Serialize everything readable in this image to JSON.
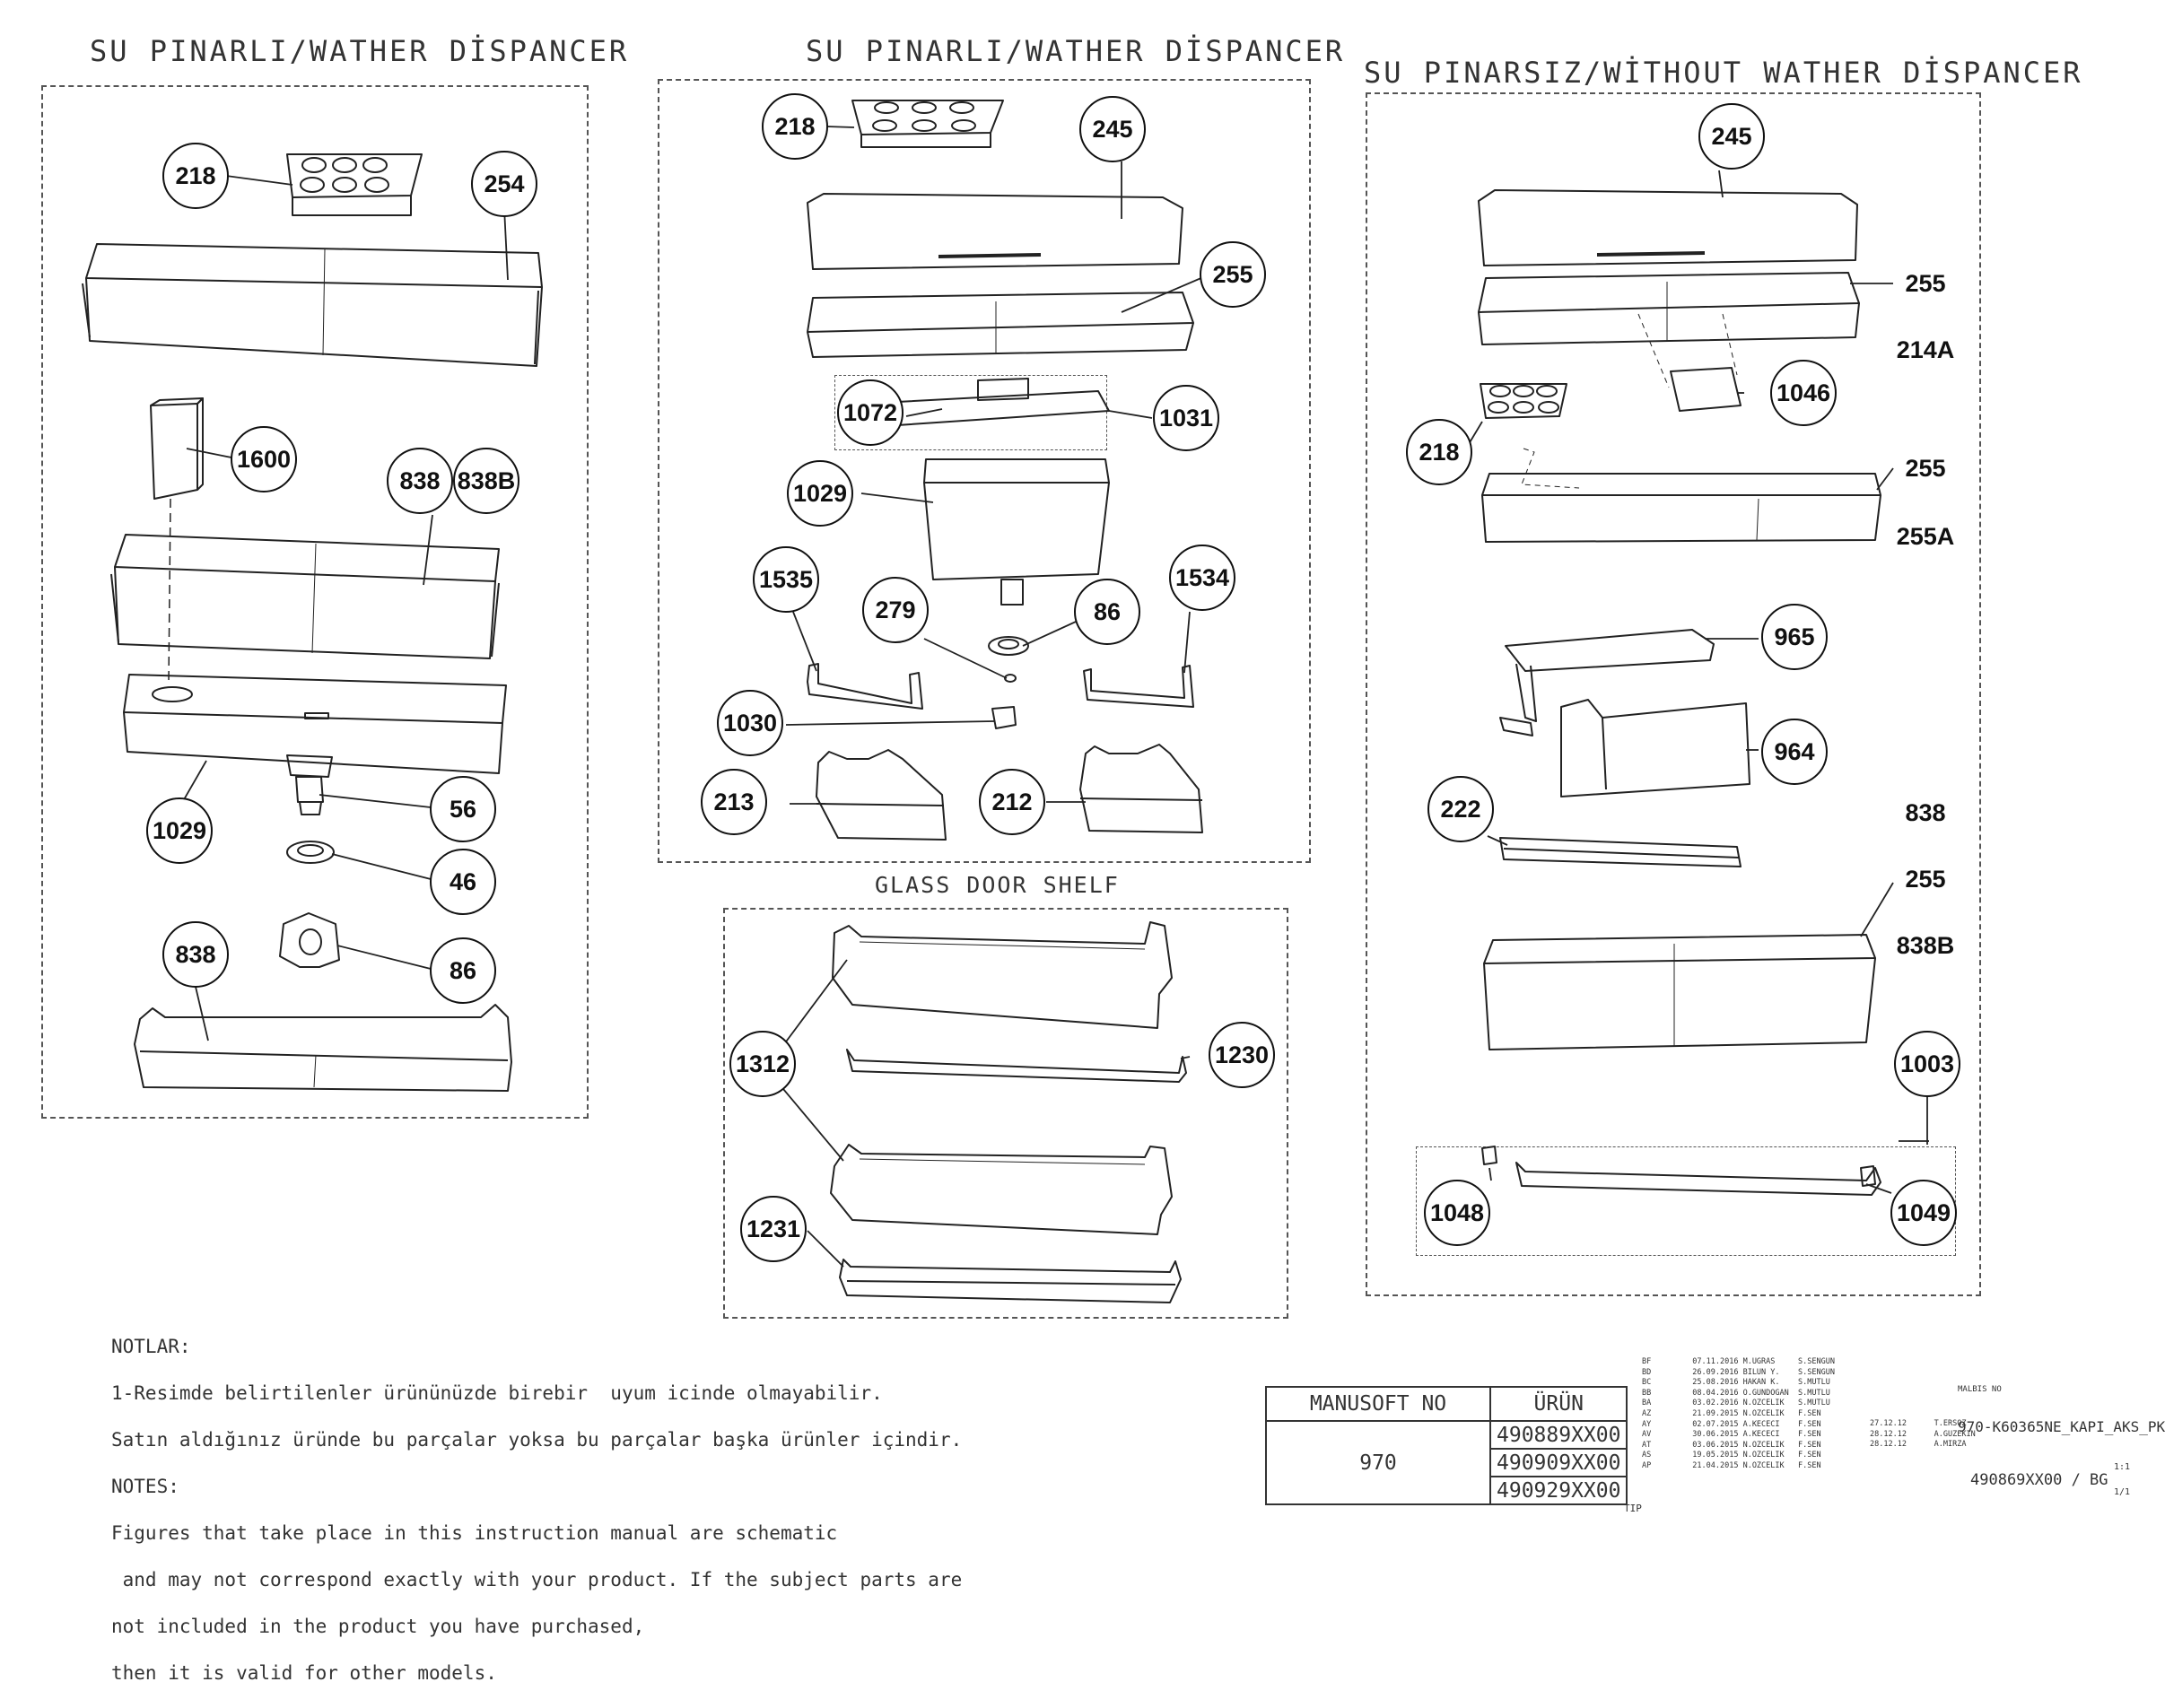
{
  "titles": {
    "left": "SU PINARLI/WATHER DİSPANCER",
    "middle": "SU PINARLI/WATHER DİSPANCER",
    "right": "SU PINARSIZ/WİTHOUT WATHER  DİSPANCER",
    "glass": "GLASS DOOR SHELF"
  },
  "left_callouts": [
    "218",
    "254",
    "1600",
    "838",
    "838B",
    "1029",
    "56",
    "46",
    "838",
    "86"
  ],
  "middle_callouts": [
    "218",
    "245",
    "255",
    "1072",
    "1031",
    "1029",
    "1535",
    "279",
    "86",
    "1534",
    "1030",
    "213",
    "212"
  ],
  "glass_callouts": [
    "1312",
    "1230",
    "1231"
  ],
  "right_callouts": [
    "245",
    "255",
    "214A",
    "1046",
    "218",
    "255",
    "255A",
    "965",
    "964",
    "222",
    "838",
    "255",
    "838B",
    "1003",
    "1048",
    "1049"
  ],
  "notes": {
    "line1": "NOTLAR:",
    "line2": "1-Resimde belirtilenler ürününüzde birebir  uyum icinde olmayabilir.",
    "line3": "Satın aldığınız üründe bu parçalar yoksa bu parçalar başka ürünler içindir.",
    "line4": "NOTES:",
    "line5": "Figures that take place in this instruction manual are schematic",
    "line6": " and may not correspond exactly with your product. If the subject parts are",
    "line7": "not included in the product you have purchased,",
    "line8": "then it is valid for other models."
  },
  "title_block": {
    "col1_header": "MANUSOFT NO",
    "col2_header": "ÜRÜN",
    "manusoft_no": "970",
    "products": [
      "490889XX00",
      "490909XX00",
      "490929XX00"
    ],
    "tip": "TIP",
    "malbis": "MALBIS NO",
    "doc_name": "970-K60365NE_KAPI_AKS_PK",
    "doc_code": "490869XX00 / BG",
    "scale": "1:1",
    "sheet": "1/1"
  },
  "revisions": [
    [
      "BF",
      "07.11.2016",
      "M.UGRAS",
      "S.SENGUN"
    ],
    [
      "BD",
      "26.09.2016",
      "BILUN Y.",
      "S.SENGUN"
    ],
    [
      "BC",
      "25.08.2016",
      "HAKAN K.",
      "S.MUTLU"
    ],
    [
      "BB",
      "08.04.2016",
      "O.GUNDOGAN",
      "S.MUTLU"
    ],
    [
      "BA",
      "03.02.2016",
      "N.OZCELIK",
      "S.MUTLU"
    ],
    [
      "AZ",
      "21.09.2015",
      "N.OZCELIK",
      "F.SEN"
    ],
    [
      "AY",
      "02.07.2015",
      "A.KECECI",
      "F.SEN"
    ],
    [
      "AV",
      "30.06.2015",
      "A.KECECI",
      "F.SEN"
    ],
    [
      "AT",
      "03.06.2015",
      "N.OZCELIK",
      "F.SEN"
    ],
    [
      "AS",
      "19.05.2015",
      "N.OZCELIK",
      "F.SEN"
    ],
    [
      "AP",
      "21.04.2015",
      "N.OZCELIK",
      "F.SEN"
    ]
  ],
  "approvals": [
    [
      "27.12.12",
      "T.ERSOZ"
    ],
    [
      "28.12.12",
      "A.GUZEKIN"
    ],
    [
      "28.12.12",
      "A.MIRZA"
    ]
  ]
}
